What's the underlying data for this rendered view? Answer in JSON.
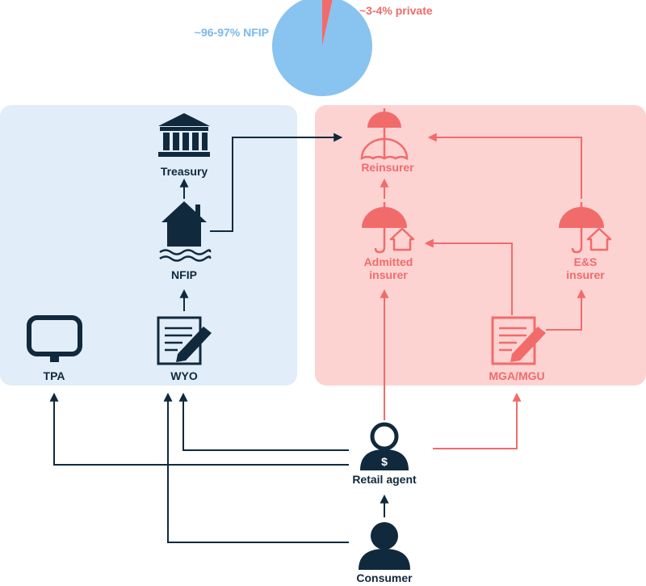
{
  "pie": {
    "nfip_label": "~96-97% NFIP",
    "private_label": "~3-4% private",
    "nfip_share": 0.965,
    "private_share": 0.035
  },
  "public_panel": {
    "treasury": "Treasury",
    "nfip": "NFIP",
    "tpa": "TPA",
    "wyo": "WYO"
  },
  "private_panel": {
    "reinsurer": "Reinsurer",
    "admitted_line1": "Admitted",
    "admitted_line2": "insurer",
    "es_line1": "E&S",
    "es_line2": "insurer",
    "mga": "MGA/MGU"
  },
  "actors": {
    "retail_agent": "Retail agent",
    "consumer": "Consumer"
  },
  "colors": {
    "navy": "#10293d",
    "red": "#f26b6b",
    "blue_fill": "#89c3f0",
    "blue_label": "#79b9ec",
    "panel_blue": "#e1edf8",
    "panel_red": "#fdd3d2"
  }
}
